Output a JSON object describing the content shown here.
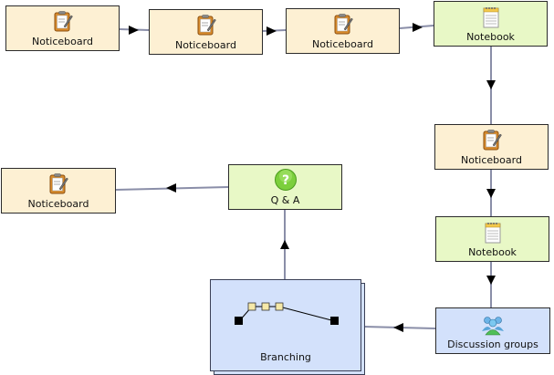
{
  "nodes": {
    "n1": {
      "label": "Noticeboard"
    },
    "n2": {
      "label": "Noticeboard"
    },
    "n3": {
      "label": "Noticeboard"
    },
    "n4": {
      "label": "Notebook"
    },
    "n5": {
      "label": "Noticeboard"
    },
    "n6": {
      "label": "Notebook"
    },
    "n7": {
      "label": "Discussion groups"
    },
    "n8": {
      "label": "Branching"
    },
    "n9": {
      "label": "Q & A"
    },
    "n10": {
      "label": "Noticeboard"
    }
  },
  "icons": {
    "noticeboard": "clipboard-pencil-icon",
    "notebook": "notepad-icon",
    "discussion": "people-group-icon",
    "qa": "question-circle-icon",
    "branching": "branching-graph-icon"
  },
  "colors": {
    "activity_yellow": "#fdf0d3",
    "activity_green": "#e8f8c6",
    "activity_blue": "#d3e1fb",
    "connector": "#8a8ea8",
    "arrow": "#000000"
  }
}
